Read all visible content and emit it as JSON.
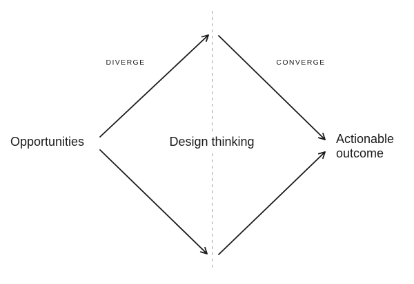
{
  "diagram": {
    "nodes": {
      "left": {
        "label": "Opportunities"
      },
      "center": {
        "label": "Design thinking"
      },
      "right": {
        "label_lines": [
          "Actionable",
          "outcome"
        ]
      }
    },
    "phases": {
      "diverge": "DIVERGE",
      "converge": "CONVERGE"
    },
    "colors": {
      "text": "#1a1a1a",
      "arrow": "#1a1a1a",
      "dashed_divider": "#9e9e9e",
      "background": "#ffffff"
    }
  }
}
